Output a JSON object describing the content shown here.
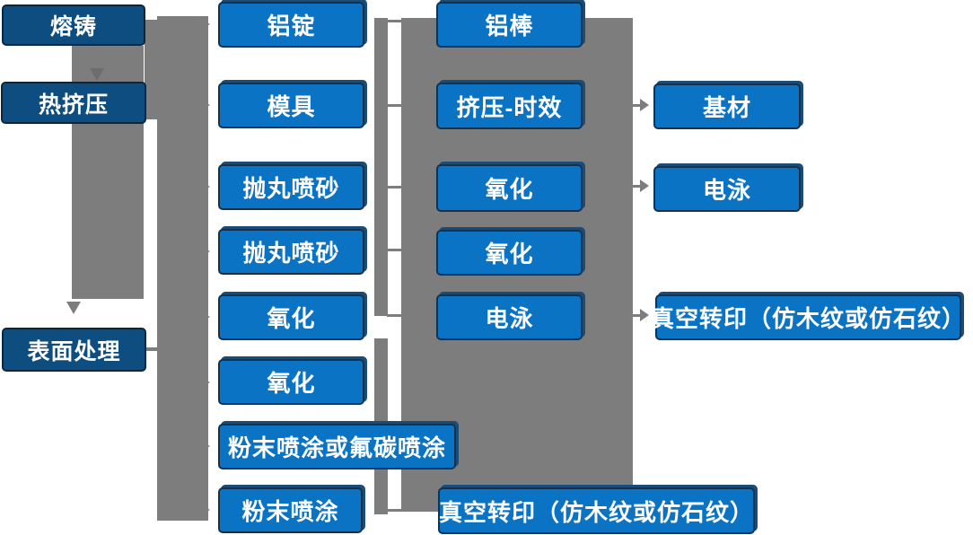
{
  "diagram_title": "",
  "colors": {
    "box_blue": "#0a73c3",
    "box_navy": "#0d4d80",
    "connector_gray": "#7d7d7d",
    "text": "#ffffff"
  },
  "nodes": [
    {
      "id": "melting-casting",
      "label": "熔铸"
    },
    {
      "id": "hot-extrusion",
      "label": "热挤压"
    },
    {
      "id": "surface-treatment",
      "label": "表面处理"
    },
    {
      "id": "aluminum-ingot",
      "label": "铝锭"
    },
    {
      "id": "mold",
      "label": "模具"
    },
    {
      "id": "shot-blasting-1",
      "label": "抛丸喷砂"
    },
    {
      "id": "shot-blasting-2",
      "label": "抛丸喷砂"
    },
    {
      "id": "oxidation-1",
      "label": "氧化"
    },
    {
      "id": "oxidation-2",
      "label": "氧化"
    },
    {
      "id": "powder-or-fluorocarbon-coating",
      "label": "粉末喷涂或氟碳喷涂"
    },
    {
      "id": "powder-coating",
      "label": "粉末喷涂"
    },
    {
      "id": "aluminum-rod",
      "label": "铝棒"
    },
    {
      "id": "extrusion-aging",
      "label": "挤压-时效"
    },
    {
      "id": "oxidation-3",
      "label": "氧化"
    },
    {
      "id": "oxidation-4",
      "label": "氧化"
    },
    {
      "id": "electrophoresis-1",
      "label": "电泳"
    },
    {
      "id": "vacuum-transfer-print-bottom",
      "label": "真空转印（仿木纹或仿石纹）"
    },
    {
      "id": "base-material",
      "label": "基材"
    },
    {
      "id": "electrophoresis-2",
      "label": "电泳"
    },
    {
      "id": "vacuum-transfer-print-right",
      "label": "真空转印（仿木纹或仿石纹）"
    }
  ],
  "edges": {
    "down_arrows": [
      {
        "from": "熔铸",
        "to": "热挤压"
      },
      {
        "from": "热挤压",
        "to": "表面处理"
      }
    ],
    "trunk_fan_out_targets": [
      "铝锭",
      "模具",
      "抛丸喷砂",
      "抛丸喷砂",
      "氧化",
      "氧化",
      "粉末喷涂或氟碳喷涂",
      "粉末喷涂"
    ],
    "pair_links": [
      [
        "铝锭",
        "铝棒"
      ],
      [
        "模具",
        "挤压-时效"
      ],
      [
        "抛丸喷砂",
        "氧化"
      ],
      [
        "抛丸喷砂",
        "氧化"
      ],
      [
        "氧化",
        "电泳"
      ],
      [
        "粉末喷涂",
        "真空转印（仿木纹或仿石纹）"
      ]
    ],
    "panel_arrows_to": [
      "基材",
      "电泳",
      "真空转印（仿木纹或仿石纹）"
    ]
  }
}
